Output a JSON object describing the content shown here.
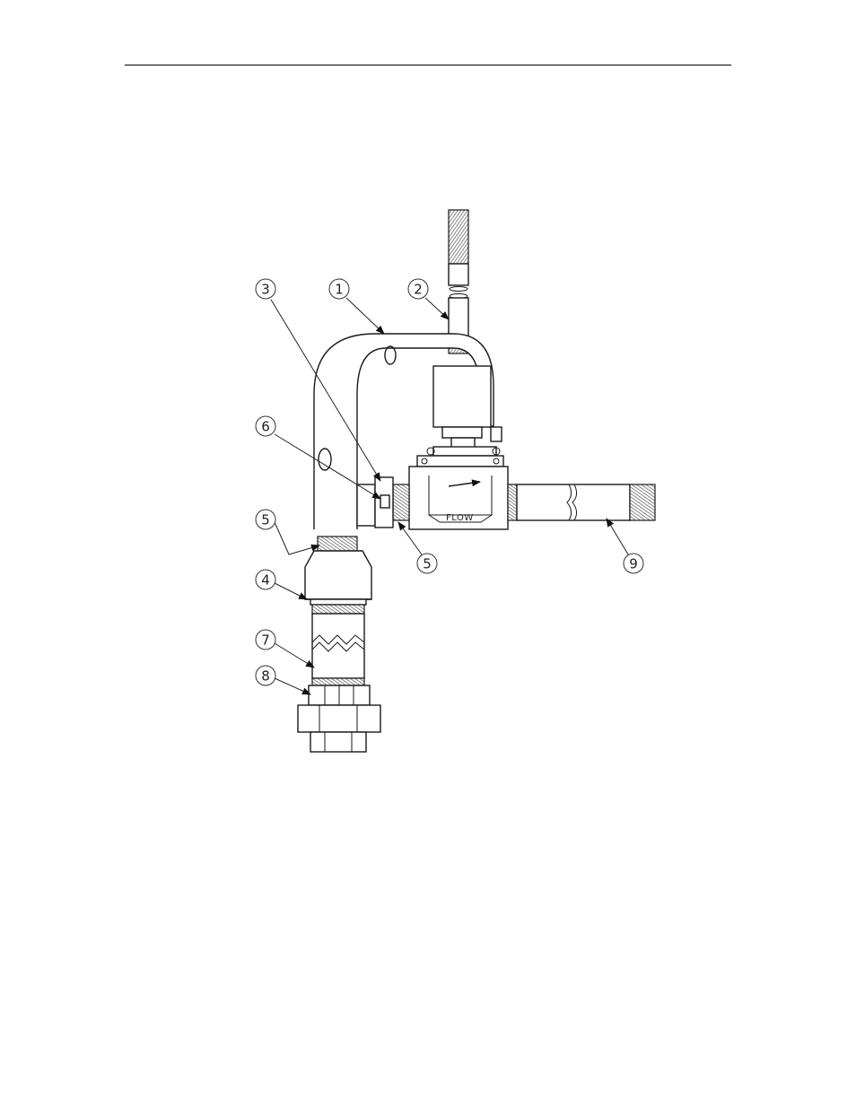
{
  "figure": {
    "flow_label": "FLOW",
    "callouts": [
      {
        "id": "c1",
        "label": "1"
      },
      {
        "id": "c2",
        "label": "2"
      },
      {
        "id": "c3",
        "label": "3"
      },
      {
        "id": "c4",
        "label": "4"
      },
      {
        "id": "c5a",
        "label": "5"
      },
      {
        "id": "c5b",
        "label": "5"
      },
      {
        "id": "c6",
        "label": "6"
      },
      {
        "id": "c7",
        "label": "7"
      },
      {
        "id": "c8",
        "label": "8"
      },
      {
        "id": "c9",
        "label": "9"
      }
    ]
  },
  "colors": {
    "line": "#1a1a1a",
    "thread_hatch": "#555555",
    "background": "#ffffff"
  }
}
